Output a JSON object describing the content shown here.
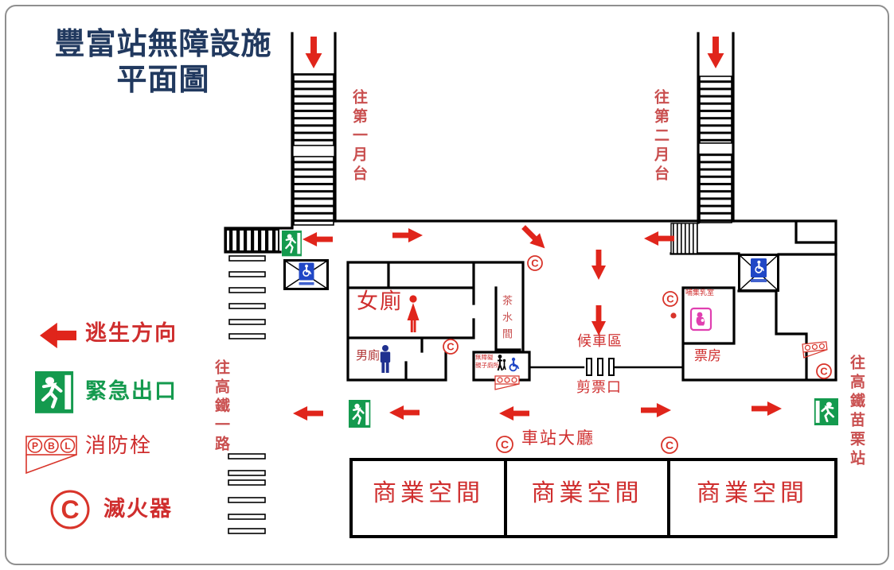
{
  "title": {
    "line1": "豐富站無障設施",
    "line2": "平面圖"
  },
  "legend": {
    "escape_label": "逃生方向",
    "exit_label": "緊急出口",
    "hydrant_label": "消防栓",
    "extinguisher_label": "滅火器",
    "hydrant_letters": [
      "P",
      "B",
      "L"
    ],
    "extinguisher_letter": "C"
  },
  "directions": {
    "platform1": "往第一月台",
    "platform2": "往第二月台",
    "street_west": "往高鐵一路",
    "street_east": "往高鐵苗栗站"
  },
  "rooms": {
    "womens_toilet": "女廁",
    "mens_toilet": "男廁",
    "water_room": "茶水間",
    "accessible_toilet_line1": "無障礙",
    "accessible_toilet_line2": "親子廁所",
    "nursing_room": "哺集乳室",
    "waiting_area": "候車區",
    "ticket_gate": "剪票口",
    "ticket_office": "票房",
    "station_hall": "車站大廳",
    "commercial_1": "商業空間",
    "commercial_2": "商業空間",
    "commercial_3": "商業空間"
  },
  "icons": {
    "escape": "red-arrow-icon",
    "emergency_exit": "running-man-exit-icon",
    "fire_hydrant": "pbl-hydrant-icon",
    "fire_extinguisher": "circled-c-icon",
    "elevator": "elevator-wheelchair-icon",
    "accessible_toilet": "wheelchair-icon",
    "nursing": "mother-baby-icon",
    "ticket_gates": "gate-slots-icon",
    "stairs": "staircase-hatch-icon"
  },
  "colors": {
    "wall": "#000000",
    "arrow_red": "#e0251b",
    "label_red": "#cf2e2e",
    "title_navy": "#21395f",
    "exit_green": "#149a4e",
    "accessible_blue": "#2047c6",
    "nursing_magenta": "#e03fb0",
    "mens_blue": "#20318f"
  }
}
